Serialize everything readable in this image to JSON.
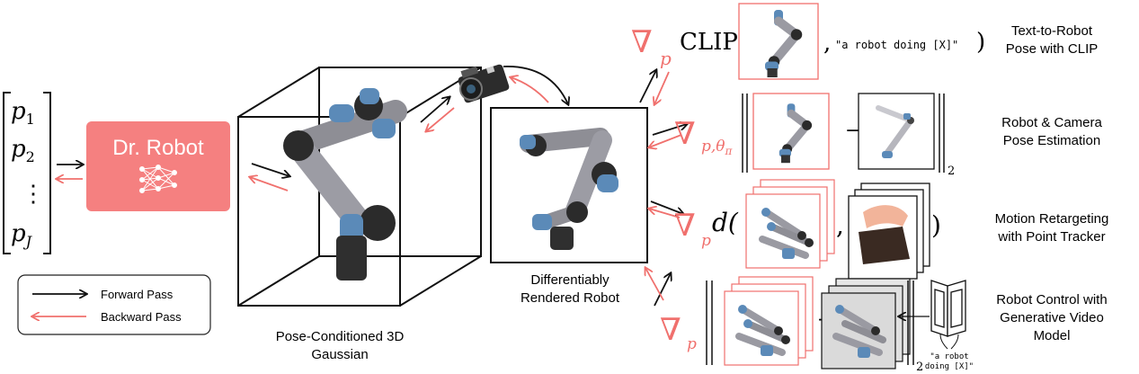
{
  "colors": {
    "accent": "#f0706d",
    "box": "#f58080",
    "ink": "#111111",
    "robot_blue": "#5b8ab8",
    "robot_gray": "#8e8e95"
  },
  "params": {
    "p1": "p",
    "s1": "1",
    "p2": "p",
    "s2": "2",
    "dots": "⋮",
    "pJ": "p",
    "sJ": "J"
  },
  "model": {
    "title": "Dr. Robot",
    "icon": "neural-network-icon"
  },
  "legend": {
    "forward": "Forward Pass",
    "backward": "Backward Pass"
  },
  "captions": {
    "gaussian_l1": "Pose-Conditioned 3D",
    "gaussian_l2": "Gaussian",
    "rendered_l1": "Differentiably",
    "rendered_l2": "Rendered Robot"
  },
  "rows": {
    "clip": {
      "grad": "∇",
      "grad_sub": "p",
      "func": "CLIP(",
      "prompt": "\"a robot doing [X]\"",
      "close": ")",
      "label_l1": "Text-to-Robot",
      "label_l2": "Pose with CLIP"
    },
    "pose": {
      "grad": "∇",
      "grad_sub": "p,θ",
      "grad_sub2": "π",
      "minus": "−",
      "norm_sub": "2",
      "label_l1": "Robot & Camera",
      "label_l2": "Pose Estimation"
    },
    "motion": {
      "grad": "∇",
      "grad_sub": "p",
      "func": "d(",
      "comma": ",",
      "close": ")",
      "label_l1": "Motion Retargeting",
      "label_l2": "with Point Tracker"
    },
    "control": {
      "grad": "∇",
      "grad_sub": "p",
      "minus": "-",
      "norm_sub": "2",
      "video_prompt_l1": "\"a robot",
      "video_prompt_l2": "doing [X]\"",
      "label_l1": "Robot Control with",
      "label_l2": "Generative Video",
      "label_l3": "Model"
    }
  }
}
